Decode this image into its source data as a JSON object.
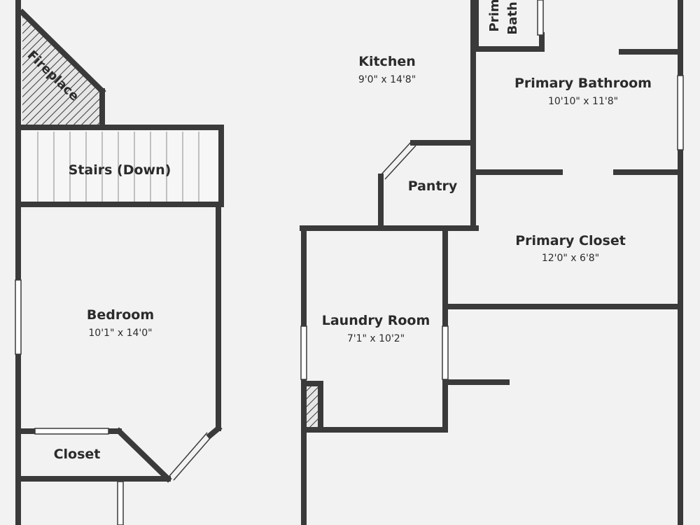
{
  "colors": {
    "background": "#f2f2f2",
    "wall": "#3a3a3a",
    "text": "#2b2b2b",
    "window": "#ffffff"
  },
  "rooms": {
    "kitchen": {
      "name": "Kitchen",
      "dims": "9'0\" x 14'8\""
    },
    "primary_bathroom": {
      "name": "Primary Bathroom",
      "dims": "10'10\" x 11'8\""
    },
    "pantry": {
      "name": "Pantry"
    },
    "stairs": {
      "name": "Stairs (Down)"
    },
    "fireplace": {
      "name": "Fireplace"
    },
    "primary_closet": {
      "name": "Primary Closet",
      "dims": "12'0\" x 6'8\""
    },
    "bedroom": {
      "name": "Bedroom",
      "dims": "10'1\" x 14'0\""
    },
    "laundry": {
      "name": "Laundry Room",
      "dims": "7'1\" x 10'2\""
    },
    "closet": {
      "name": "Closet"
    },
    "primary_bath_small": {
      "line1": "Prim",
      "line2": "Bath"
    }
  }
}
